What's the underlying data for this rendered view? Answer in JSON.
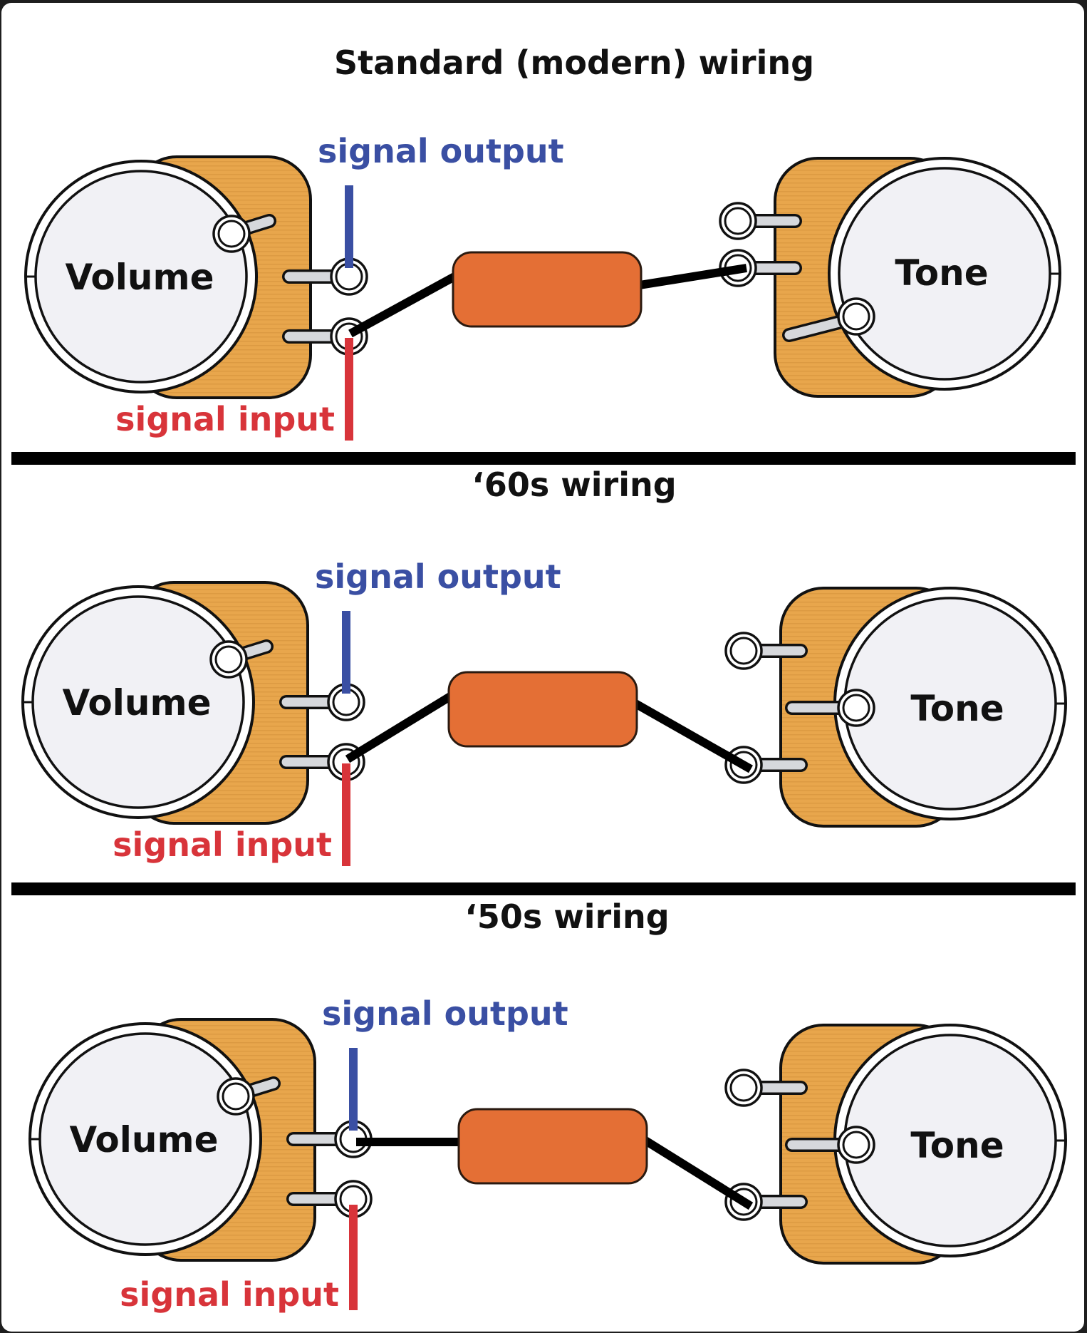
{
  "colors": {
    "pot_body": "#e8a64c",
    "pot_body_stripe": "#d9963e",
    "pot_face": "#f1f1f5",
    "lug_bar": "#d6d8dc",
    "capacitor": "#e46f35",
    "wire": "#000000",
    "signal_output": "#3a4fa3",
    "signal_input": "#d8343a",
    "divider": "#000000"
  },
  "sections": [
    {
      "id": "standard",
      "title": "Standard (modern) wiring",
      "volume_label": "Volume",
      "tone_label": "Tone",
      "signal_output_label": "signal output",
      "signal_input_label": "signal input",
      "tone_variant": "wiper-lower",
      "connection": "Capacitor from volume input lug to tone middle lug",
      "cap_from": "volume-input-lug",
      "cap_to": "tone-middle-lug"
    },
    {
      "id": "sixties",
      "title": "‘60s wiring",
      "volume_label": "Volume",
      "tone_label": "Tone",
      "signal_output_label": "signal output",
      "signal_input_label": "signal input",
      "tone_variant": "wiper-middle",
      "connection": "Capacitor from volume input lug to tone bottom lug",
      "cap_from": "volume-input-lug",
      "cap_to": "tone-bottom-lug"
    },
    {
      "id": "fifties",
      "title": "‘50s wiring",
      "volume_label": "Volume",
      "tone_label": "Tone",
      "signal_output_label": "signal output",
      "signal_input_label": "signal input",
      "tone_variant": "wiper-middle",
      "connection": "Capacitor from volume output lug to tone bottom lug",
      "cap_from": "volume-output-lug",
      "cap_to": "tone-bottom-lug"
    }
  ]
}
